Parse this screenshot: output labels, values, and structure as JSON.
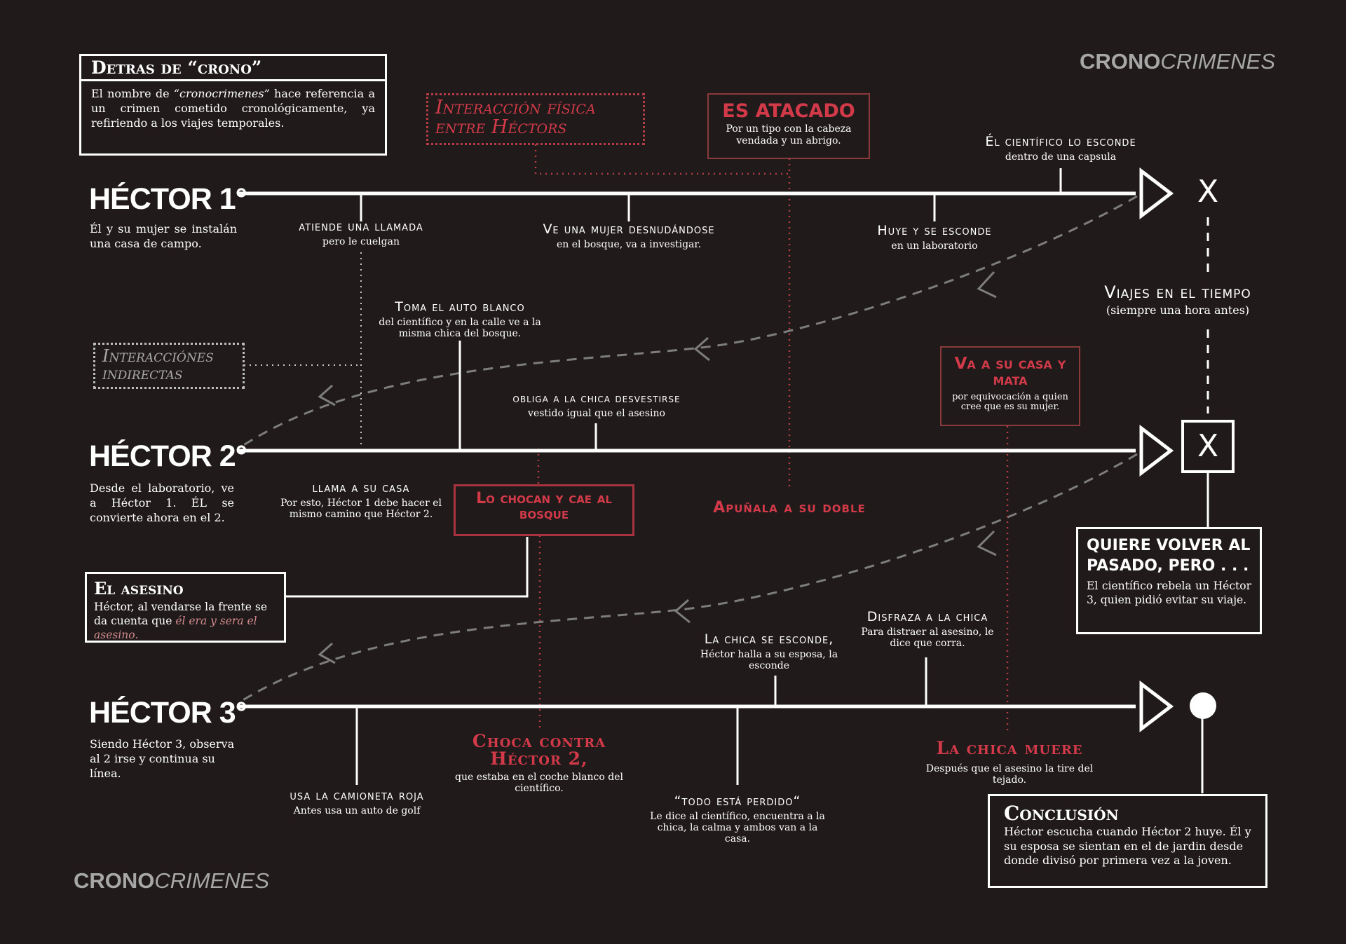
{
  "brand": {
    "part1": "CRONO",
    "part2": "CRIMENES"
  },
  "detras": {
    "title": "Detras de “crono”",
    "body_pre": "El nombre de ",
    "body_em": "“cronocrimenes”",
    "body_post": " hace referencia a un crimen cometido cronológicamente, ya refiriendo a los viajes temporales."
  },
  "interaccion_fisica": "Interacción física entre Héctors",
  "interacciones_indirectas": "Interacciónes indirectas",
  "es_atacado": {
    "title": "ES ATACADO",
    "sub": "Por un tipo con la cabeza vendada y un abrigo."
  },
  "va_a_su_casa": {
    "title": "Va a su casa y mata",
    "sub": "por equivocación a quien cree que es su mujer."
  },
  "lo_chocan": {
    "title": "Lo chocan y cae al bosque"
  },
  "apunala": "Apuñala a su doble",
  "hector1": {
    "name": "HÉCTOR 1°",
    "desc": "Él y su mujer se instalán una casa de campo."
  },
  "hector2": {
    "name": "HÉCTOR 2°",
    "desc": "Desde el laboratorio, ve a Héctor 1. ÉL se convierte ahora en el 2."
  },
  "hector3": {
    "name": "HÉCTOR 3°",
    "desc": "Siendo Héctor 3, observa al 2 irse y continua su línea."
  },
  "events": {
    "cientifico": {
      "head": "Él científico lo esconde",
      "sub": "dentro de una capsula"
    },
    "llamada": {
      "head": "atiende una llamada",
      "sub": "pero le cuelgan"
    },
    "mujer": {
      "head": "Ve una mujer desnudándose",
      "sub": "en el bosque, va a investigar."
    },
    "huye": {
      "head": "Huye y se esconde",
      "sub": "en un laboratorio"
    },
    "auto": {
      "head": "Toma el auto blanco",
      "sub": "del científico y en la calle ve a la misma chica del bosque."
    },
    "obliga": {
      "head": "obliga a la chica desvestirse",
      "sub": "vestido igual que el asesino"
    },
    "llama": {
      "head": "llama a su casa",
      "sub": "Por esto, Héctor 1 debe hacer el mismo camino que Héctor 2."
    },
    "disfraza": {
      "head": "Disfraza a la chica",
      "sub": "Para distraer al asesino, le dice que corra."
    },
    "esconde": {
      "head": "La chica se esconde,",
      "sub": "Héctor halla a su esposa, la esconde"
    },
    "camioneta": {
      "head": "usa la camioneta roja",
      "sub": "Antes usa un auto de golf"
    },
    "choca": {
      "head": "Choca contra Héctor 2,",
      "sub": "que estaba en el coche blanco del científico."
    },
    "perdido": {
      "head": "“todo está perdido“",
      "sub": "Le dice al científico, encuentra a la chica, la calma y ambos van a la casa."
    },
    "muere": {
      "head": "La chica muere",
      "sub": "Después que el asesino la tire del tejado."
    }
  },
  "viajes": {
    "head": "Viajes en el tiempo",
    "sub": "(siempre una hora antes)"
  },
  "x_mark": "X",
  "asesino": {
    "title": "El asesino",
    "body_pre": "Héctor, al vendarse la frente se da cuenta que ",
    "body_em": "él era y sera el asesino."
  },
  "quiere": {
    "title": "QUIERE VOLVER AL PASADO, PERO . . .",
    "body": "El científico rebela un Héctor 3, quien pidió evitar su viaje."
  },
  "conclusion": {
    "title": "Conclusión",
    "body": "Héctor escucha cuando Héctor 2 huye. Él y su esposa se sientan en el de jardin desde donde divisó por primera vez a la joven."
  },
  "colors": {
    "background": "#201b1a",
    "accent_red": "#d23a49",
    "line": "#ffffff",
    "dashed": "#7d7d7d",
    "brand_grey": "#a7a7a7"
  }
}
